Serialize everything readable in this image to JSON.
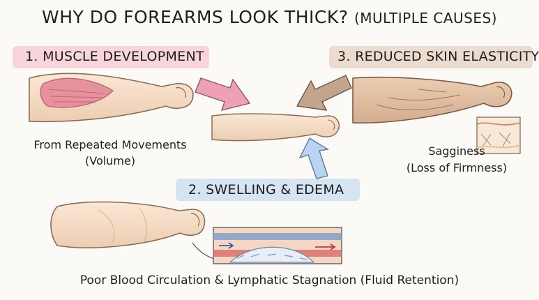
{
  "title": {
    "main": "WHY DO FOREARMS LOOK THICK?",
    "sub": "(MULTIPLE CAUSES)"
  },
  "cause1": {
    "heading": "1. MUSCLE DEVELOPMENT",
    "caption_line1": "From Repeated Movements",
    "caption_line2": "(Volume)",
    "highlight_color": "#f2a9ba",
    "arrow_color": "#f0a0b4"
  },
  "cause2": {
    "heading": "2. SWELLING & EDEMA",
    "caption": "Poor Blood Circulation & Lymphatic Stagnation (Fluid Retention)",
    "highlight_color": "#a9c8ea",
    "arrow_color": "#b9d4f0"
  },
  "cause3": {
    "heading": "3. REDUCED SKIN ELASTICITY",
    "caption_line1": "Sagginess",
    "caption_line2": "(Loss of Firmness)",
    "highlight_color": "#d9b9a2",
    "arrow_color": "#c3a58c"
  },
  "colors": {
    "skin": "#f5dcc3",
    "skin_outline": "#8b6b55",
    "muscle": "#e58a9a",
    "text": "#1e1e1e"
  },
  "icons": [
    "muscle-arm-illustration",
    "center-arm-illustration",
    "sagging-arm-illustration",
    "swollen-arm-illustration",
    "vessel-crosssection-illustration",
    "skin-layer-illustration"
  ]
}
